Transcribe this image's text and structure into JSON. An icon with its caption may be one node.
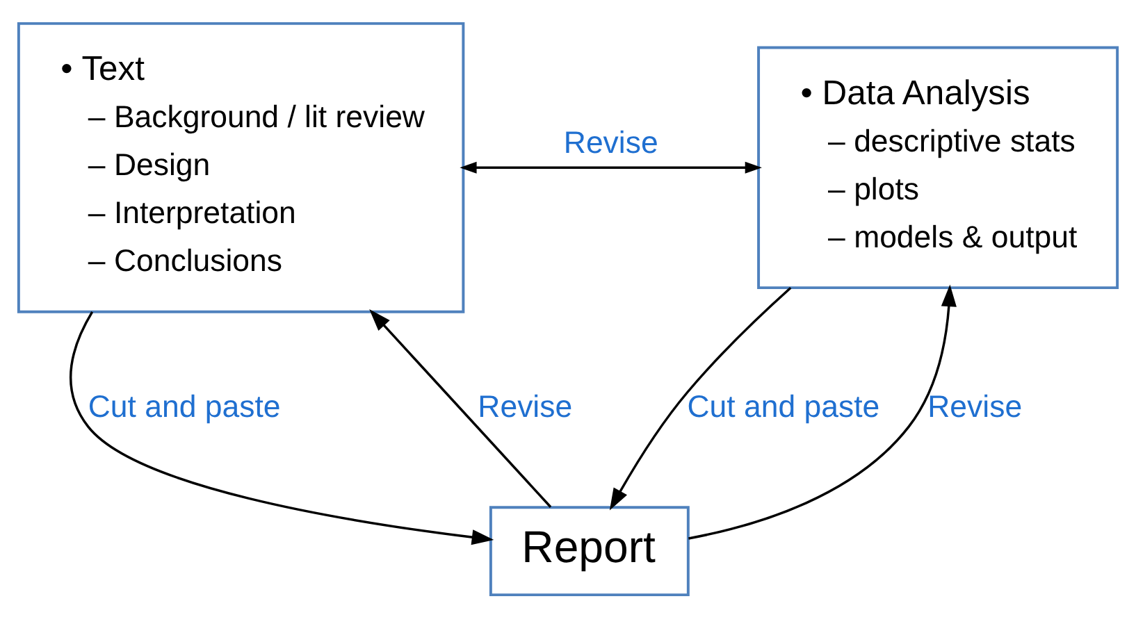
{
  "diagram": {
    "nodes": [
      {
        "text": [
          "• Text",
          "– Background / lit review",
          "– Design",
          "– Interpretation",
          "– Conclusions"
        ]
      },
      {
        "text": [
          "• Data Analysis",
          "– descriptive stats",
          "– plots",
          "– models & output"
        ]
      },
      {
        "text": [
          "Report"
        ]
      }
    ],
    "edges": [
      {
        "from": 0,
        "to": 1,
        "arrow": "both",
        "label": "Revise"
      },
      {
        "from": 0,
        "to": 2,
        "arrow": "to",
        "label": "Cut and paste"
      },
      {
        "from": 1,
        "to": 2,
        "arrow": "to",
        "label": "Cut and paste"
      },
      {
        "from": 2,
        "to": 0,
        "arrow": "to",
        "label": "Revise"
      },
      {
        "from": 2,
        "to": 1,
        "arrow": "to",
        "label": "Revise"
      }
    ]
  }
}
